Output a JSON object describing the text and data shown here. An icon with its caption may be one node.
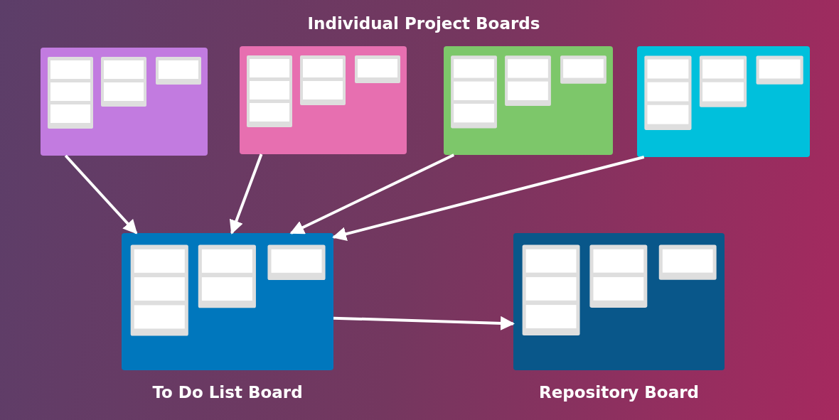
{
  "diagram": {
    "title": "Individual Project Boards",
    "nodes": [
      {
        "text": [],
        "shape": "box"
      },
      {
        "text": [],
        "shape": "box"
      },
      {
        "text": [],
        "shape": "box"
      },
      {
        "text": [],
        "shape": "box"
      },
      {
        "text": [
          "To Do List Board"
        ]
      },
      {
        "text": [
          "Repository Board"
        ]
      }
    ],
    "edges": [
      {
        "from": 0,
        "to": 4,
        "arrow": "to"
      },
      {
        "from": 1,
        "to": 4,
        "arrow": "to"
      },
      {
        "from": 2,
        "to": 4,
        "arrow": "to"
      },
      {
        "from": 3,
        "to": 4,
        "arrow": "to"
      },
      {
        "from": 4,
        "to": 5,
        "arrow": "to"
      }
    ]
  }
}
